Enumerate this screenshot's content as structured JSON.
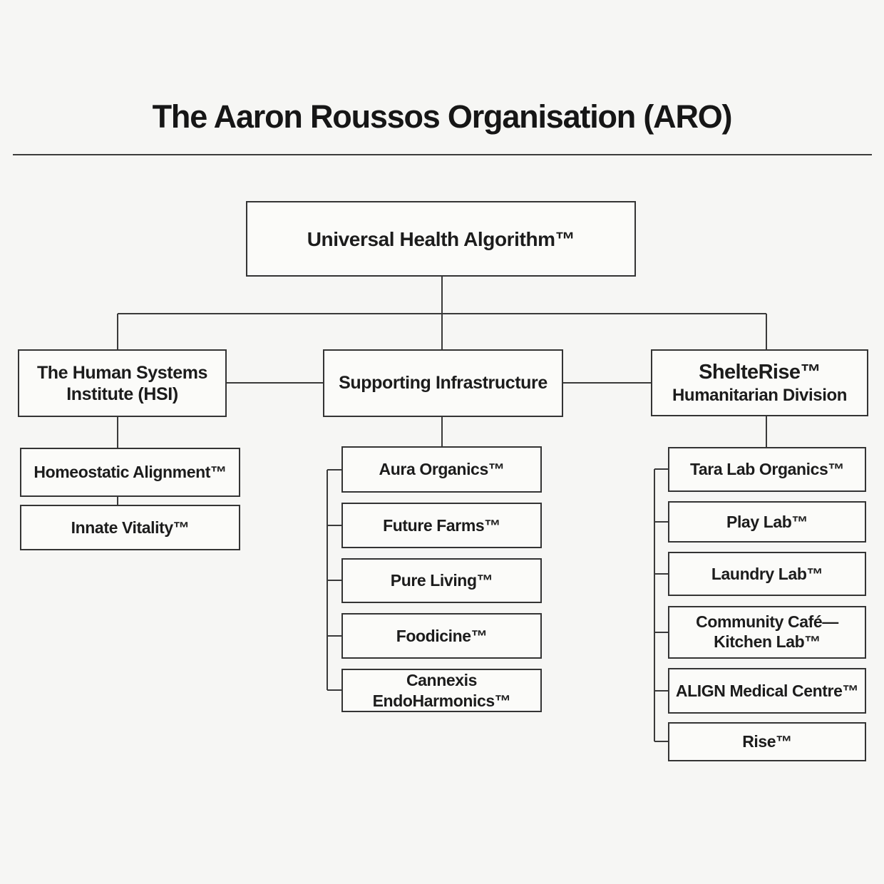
{
  "org": {
    "title": "The Aaron Roussos Organisation (ARO)",
    "root": {
      "label": "Universal Health Algorithm™"
    },
    "divisions": [
      {
        "id": "hsi",
        "line1": "The Human Systems",
        "line2": "Institute (HSI)"
      },
      {
        "id": "supporting-infrastructure",
        "line1": "Supporting Infrastructure"
      },
      {
        "id": "shelterise",
        "line1": "ShelteRise™",
        "line2": "Humanitarian Division"
      }
    ],
    "hsi_children": [
      {
        "label": "Homeostatic Alignment™"
      },
      {
        "label": "Innate Vitality™"
      }
    ],
    "infrastructure_children": [
      {
        "label": "Aura Organics™"
      },
      {
        "label": "Future Farms™"
      },
      {
        "label": "Pure Living™"
      },
      {
        "label": "Foodicine™"
      },
      {
        "label": "Cannexis EndoHarmonics™"
      }
    ],
    "shelterise_children": [
      {
        "label": "Tara Lab Organics™"
      },
      {
        "label": "Play Lab™"
      },
      {
        "label": "Laundry Lab™"
      },
      {
        "line1": "Community Café—",
        "line2": "Kitchen Lab™"
      },
      {
        "label": "ALIGN Medical Centre™"
      },
      {
        "label": "Rise™"
      }
    ]
  }
}
